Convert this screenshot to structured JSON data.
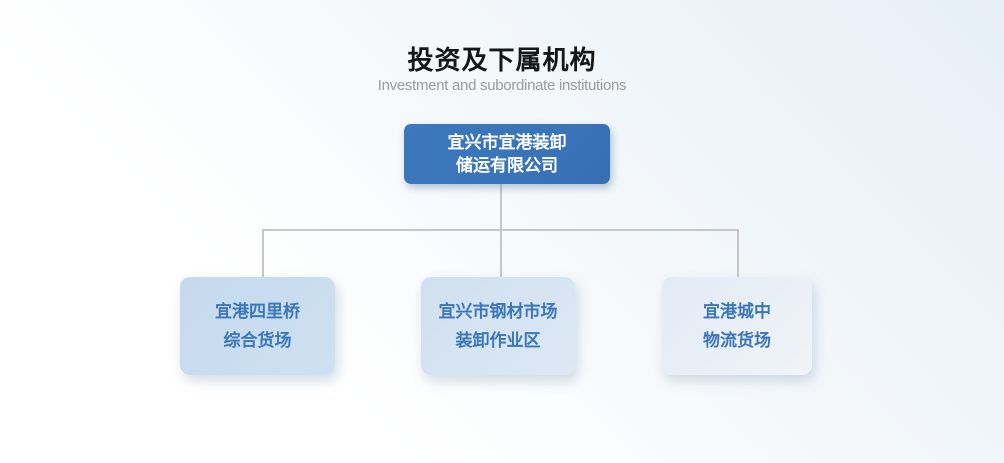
{
  "header": {
    "title": "投资及下属机构",
    "subtitle": "Investment and subordinate institutions"
  },
  "chart": {
    "type": "org-tree",
    "root": {
      "line1": "宜兴市宜港装卸",
      "line2": "储运有限公司"
    },
    "children": [
      {
        "line1": "宜港四里桥",
        "line2": "综合货场"
      },
      {
        "line1": "宜兴市钢材市场",
        "line2": "装卸作业区"
      },
      {
        "line1": "宜港城中",
        "line2": "物流货场"
      }
    ]
  },
  "colors": {
    "root_box_bg": "#3a74b8",
    "root_box_text": "#ffffff",
    "child_box_text": "#3b76b8",
    "child_box_bg_1": "#c6daee",
    "child_box_bg_2": "#d1e1f0",
    "child_box_bg_3": "#e4ebf4",
    "connector": "#c7c7c7",
    "title_text": "#161616",
    "subtitle_text": "#9b9b9b",
    "background_top": "#e7eff7",
    "background_bottom": "#ffffff"
  }
}
